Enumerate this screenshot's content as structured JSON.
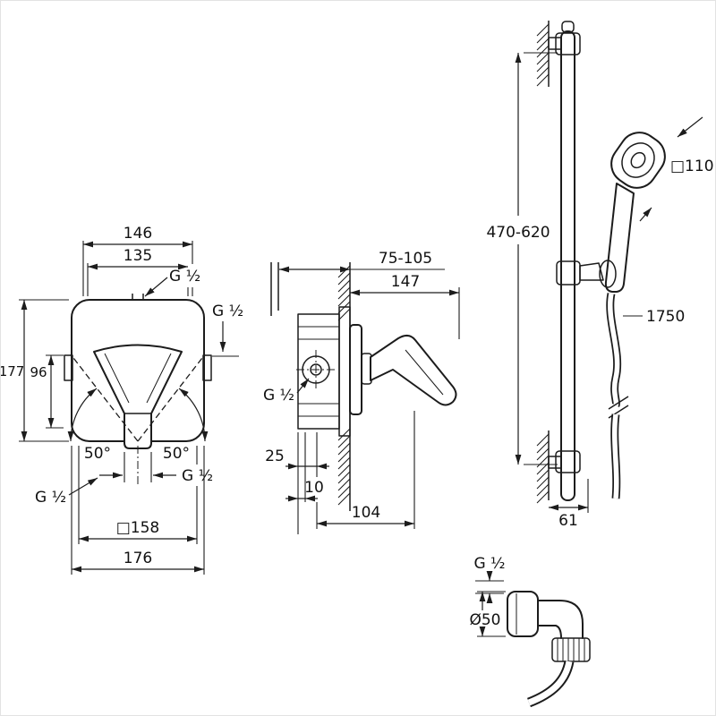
{
  "colors": {
    "line": "#1c1c1c",
    "background": "#ffffff"
  },
  "front": {
    "w146": "146",
    "w135": "135",
    "g_top": "G ½",
    "g_right": "G ½",
    "h177": "177",
    "h96": "96",
    "a_left": "50°",
    "a_right": "50°",
    "g_br": "G ½",
    "g_bl": "G ½",
    "sq158": "□158",
    "w176": "176"
  },
  "side": {
    "range": "75-105",
    "d147": "147",
    "g_inlet": "G ½",
    "d25": "25",
    "d10": "10",
    "d104": "104"
  },
  "rail": {
    "range": "470-620",
    "sq110": "□110",
    "hose": "1750",
    "d61": "61"
  },
  "union": {
    "g_thread": "G ½",
    "dia": "Ø50"
  }
}
